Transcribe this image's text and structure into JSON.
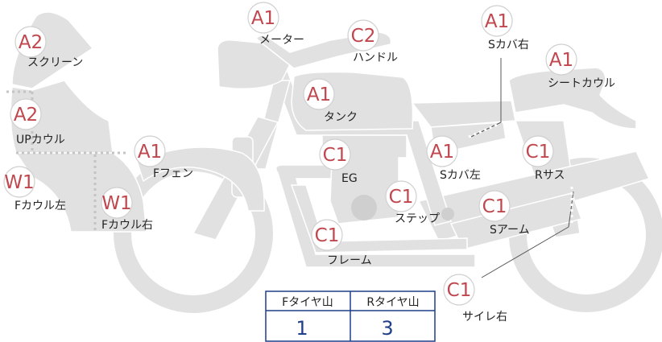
{
  "colors": {
    "bike_fill": "#e1e1e1",
    "bike_stroke": "#ffffff",
    "badge_text": "#c0474e",
    "badge_ring": "#d0d0d0",
    "label_text": "#222222",
    "table_border": "#1f3f8a",
    "table_value": "#1f3f8a"
  },
  "parts": [
    {
      "grade": "A2",
      "label": "スクリーン"
    },
    {
      "grade": "A2",
      "label": "UPカウル"
    },
    {
      "grade": "W1",
      "label": "Fカウル左"
    },
    {
      "grade": "W1",
      "label": "Fカウル右"
    },
    {
      "grade": "A1",
      "label": "Fフェン"
    },
    {
      "grade": "A1",
      "label": "メーター"
    },
    {
      "grade": "C2",
      "label": "ハンドル"
    },
    {
      "grade": "A1",
      "label": "タンク"
    },
    {
      "grade": "C1",
      "label": "EG"
    },
    {
      "grade": "C1",
      "label": "ステップ"
    },
    {
      "grade": "C1",
      "label": "フレーム"
    },
    {
      "grade": "A1",
      "label": "Sカバ右"
    },
    {
      "grade": "A1",
      "label": "シートカウル"
    },
    {
      "grade": "A1",
      "label": "Sカバ左"
    },
    {
      "grade": "C1",
      "label": "Rサス"
    },
    {
      "grade": "C1",
      "label": "Sアーム"
    },
    {
      "grade": "C1",
      "label": "サイレ右"
    }
  ],
  "tire_table": {
    "headers": [
      "Fタイヤ山",
      "Rタイヤ山"
    ],
    "values": [
      "1",
      "3"
    ]
  }
}
